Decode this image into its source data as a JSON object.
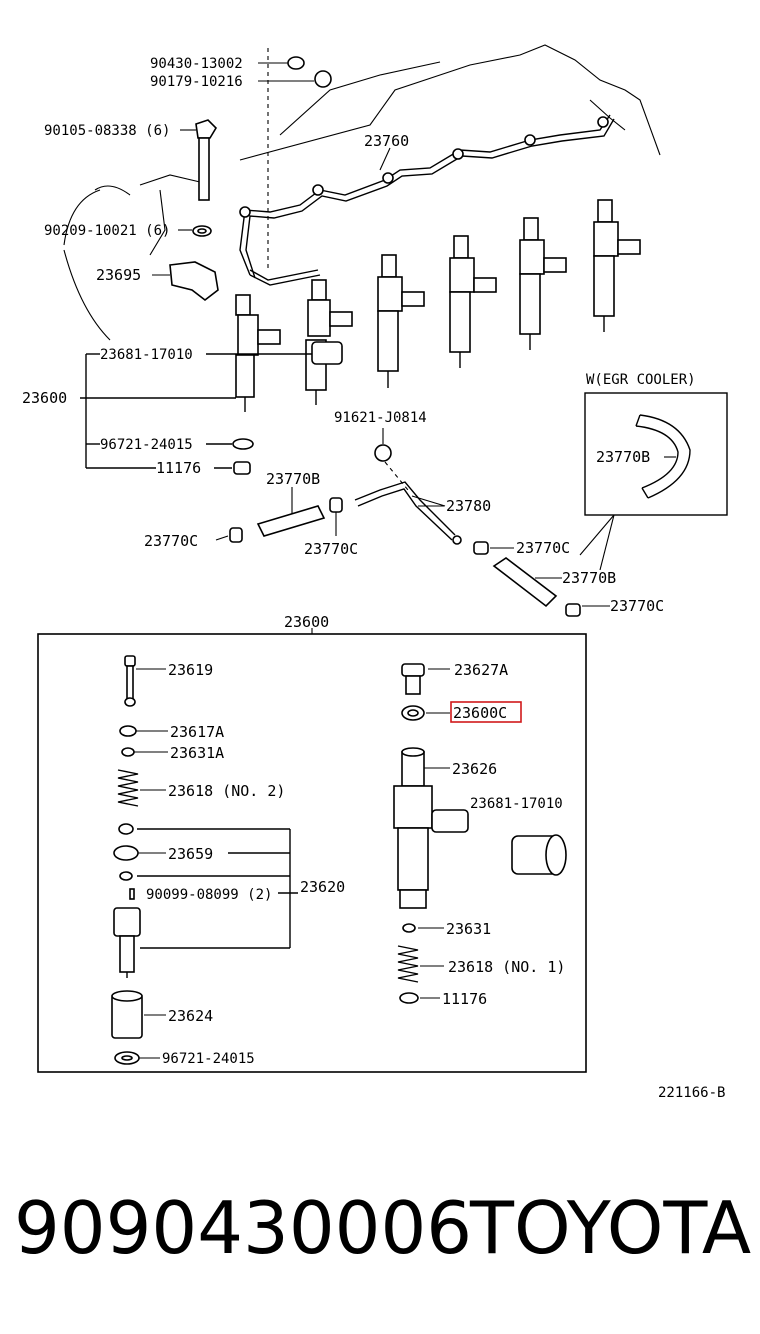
{
  "labels": {
    "p90430": "90430-13002",
    "p90179": "90179-10216",
    "p90105": "90105-08338 (6)",
    "p23760": "23760",
    "p90209": "90209-10021 (6)",
    "p23695": "23695",
    "p23681a": "23681-17010",
    "p23600a": "23600",
    "p96721a": "96721-24015",
    "p11176a": "11176",
    "p91621": "91621-J0814",
    "p23770b1": "23770B",
    "p23780": "23780",
    "p23770c1": "23770C",
    "p23770c2": "23770C",
    "p23770c3": "23770C",
    "p23770b2": "23770B",
    "p23770c4": "23770C",
    "egr_title": "W(EGR COOLER)",
    "p23770b3": "23770B",
    "p23600b": "23600",
    "p23619": "23619",
    "p23617a": "23617A",
    "p23631a": "23631A",
    "p23618a": "23618 (NO. 2)",
    "p23659": "23659",
    "p90099": "90099-08099 (2)",
    "p23620": "23620",
    "p23624": "23624",
    "p96721b": "96721-24015",
    "p23627a": "23627A",
    "p23600c": "23600C",
    "p23626": "23626",
    "p23681b": "23681-17010",
    "p23631": "23631",
    "p23618b": "23618 (NO. 1)",
    "p11176b": "11176",
    "ref": "221166-B"
  },
  "footer": {
    "part_number": "9090430006",
    "brand": "TOYOTA"
  },
  "colors": {
    "highlight": "#d0191b",
    "ink": "#000000"
  }
}
